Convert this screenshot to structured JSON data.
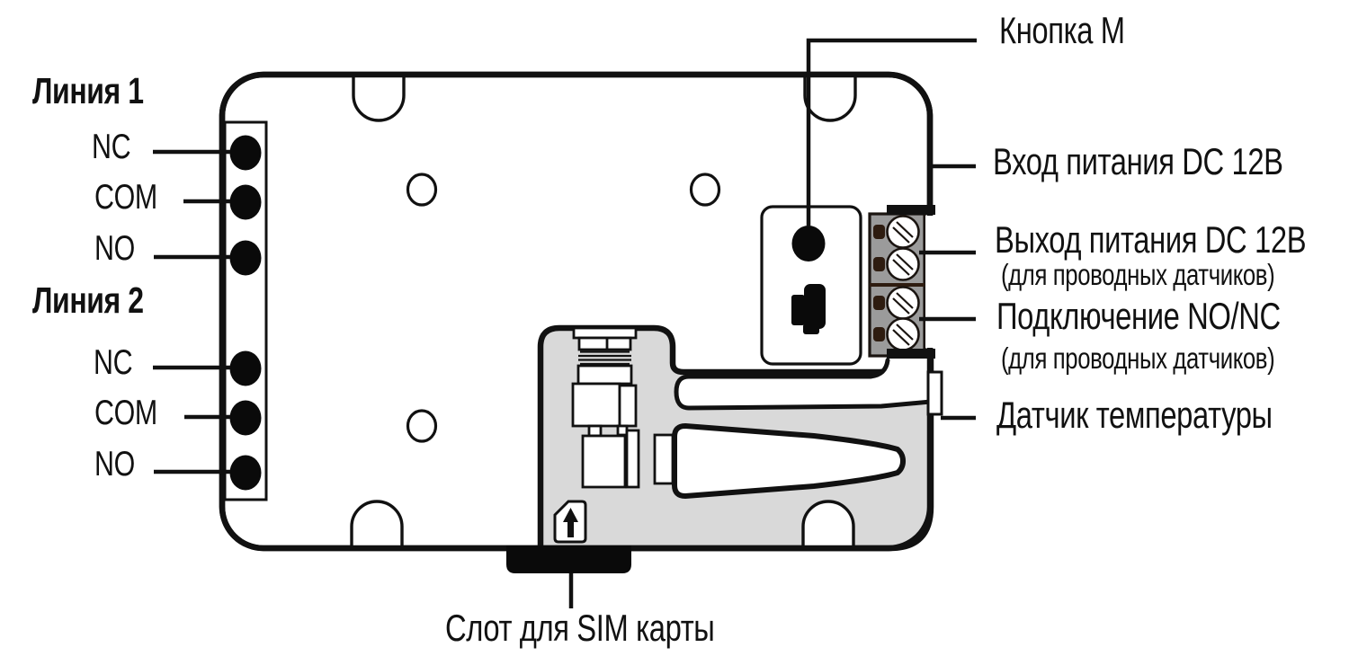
{
  "diagram_title": "GSM relay module wiring diagram",
  "colors": {
    "outline": "#111111",
    "bay_gray": "#D9D9D9",
    "terminal_gray": "#9B9B9B",
    "wire_hole_brown": "#2E1C10",
    "white": "#FFFFFF"
  },
  "left_panel": {
    "line1_title": "Линия 1",
    "line1_nc": "NC",
    "line1_com": "COM",
    "line1_no": "NO",
    "line2_title": "Линия 2",
    "line2_nc": "NC",
    "line2_com": "COM",
    "line2_no": "NO"
  },
  "callouts": {
    "button_m": "Кнопка M",
    "power_in": "Вход питания DC 12В",
    "power_out": "Выход питания DC 12В",
    "power_out_note": "(для проводных датчиков)",
    "nonc": "Подключение NO/NC",
    "nonc_note": "(для проводных датчиков)",
    "temp_sensor": "Датчик температуры",
    "sim_slot": "Слот для SIM карты"
  },
  "icons": {
    "sim_arrow": "sim-card-insert-arrow",
    "screws": "terminal-screws",
    "antenna": "gsm-antenna",
    "button": "m-button-dot"
  }
}
